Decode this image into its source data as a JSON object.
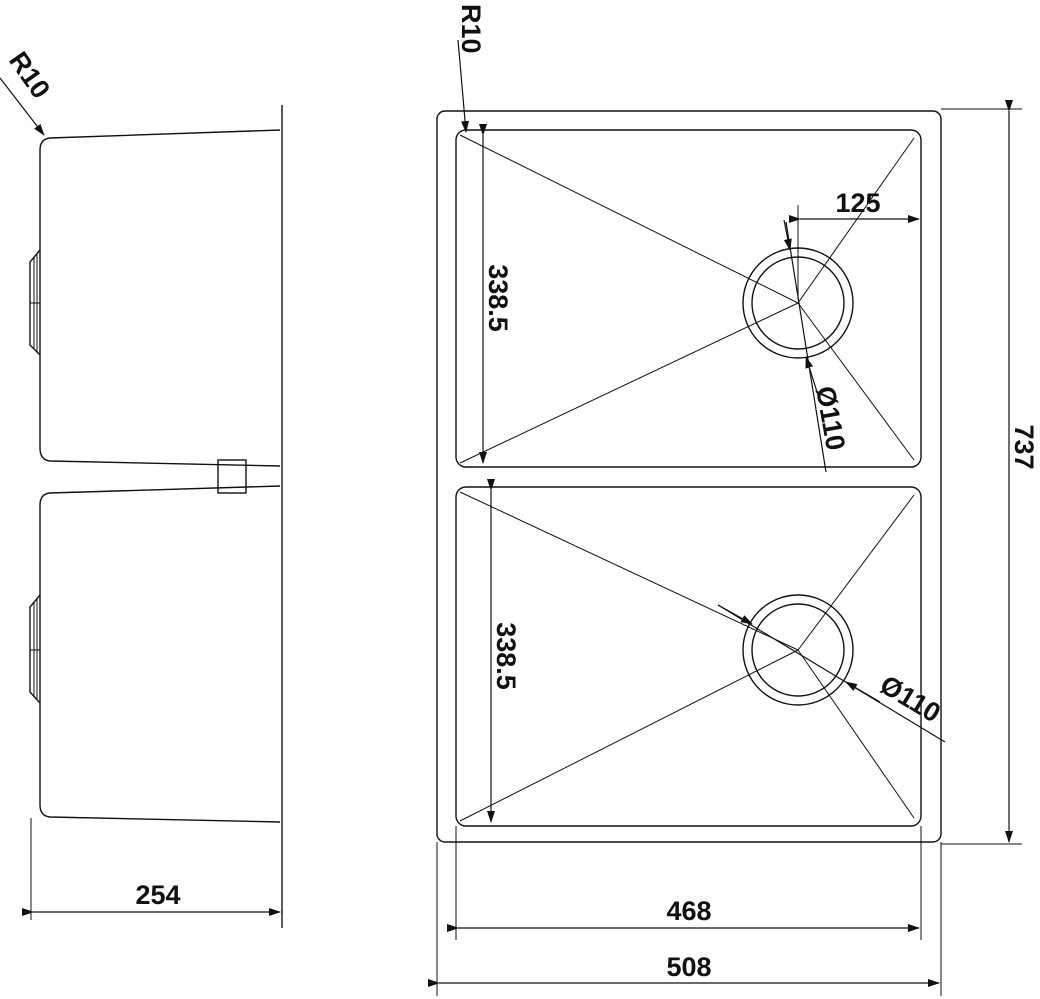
{
  "labels": {
    "side_radius": "R10",
    "top_radius": "R10",
    "drain_offset": "125",
    "upper_bowl_depth": "338.5",
    "lower_bowl_depth": "338.5",
    "upper_drain_dia": "Ø110",
    "lower_drain_dia": "Ø110",
    "overall_height": "737",
    "side_depth": "254",
    "inner_width": "468",
    "outer_width": "508"
  }
}
